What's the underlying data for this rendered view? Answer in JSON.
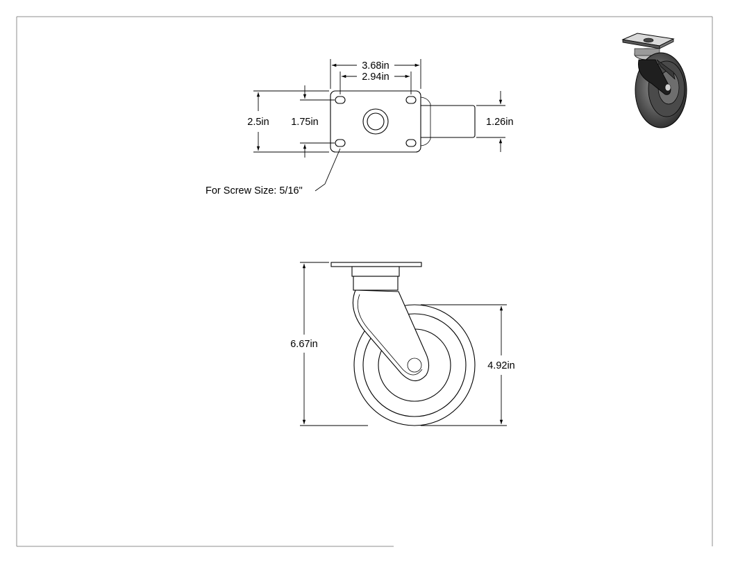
{
  "drawing": {
    "top_view": {
      "overall_width": "3.68in",
      "hole_spacing_width": "2.94in",
      "plate_height": "2.5in",
      "hole_spacing_height": "1.75in",
      "wheel_width": "1.26in",
      "screw_note": "For Screw Size: 5/16\""
    },
    "side_view": {
      "overall_height": "6.67in",
      "wheel_diameter": "4.92in"
    }
  },
  "colors": {
    "line": "#000000",
    "frame": "#8c8c8c",
    "paper": "#ffffff",
    "thumbnail_dark": "#2b2b2b",
    "thumbnail_mid": "#6e6e6e"
  }
}
